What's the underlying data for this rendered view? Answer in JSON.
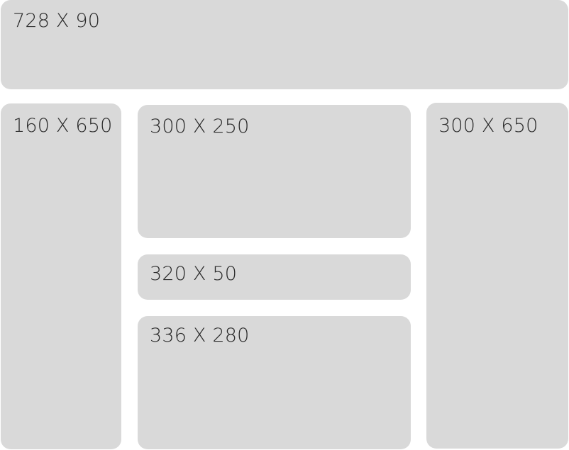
{
  "slots": {
    "leaderboard": {
      "label": "728 X 90"
    },
    "skyscraper": {
      "label": "160 X 650"
    },
    "medium_rectangle": {
      "label": "300 X 250"
    },
    "mobile_banner": {
      "label": "320 X 50"
    },
    "large_rectangle": {
      "label": "336 X 280"
    },
    "half_page": {
      "label": "300 X 650"
    }
  },
  "colors": {
    "slot_fill": "#d9d9d9",
    "label_text": "#2b2b2b",
    "background": "#ffffff"
  }
}
